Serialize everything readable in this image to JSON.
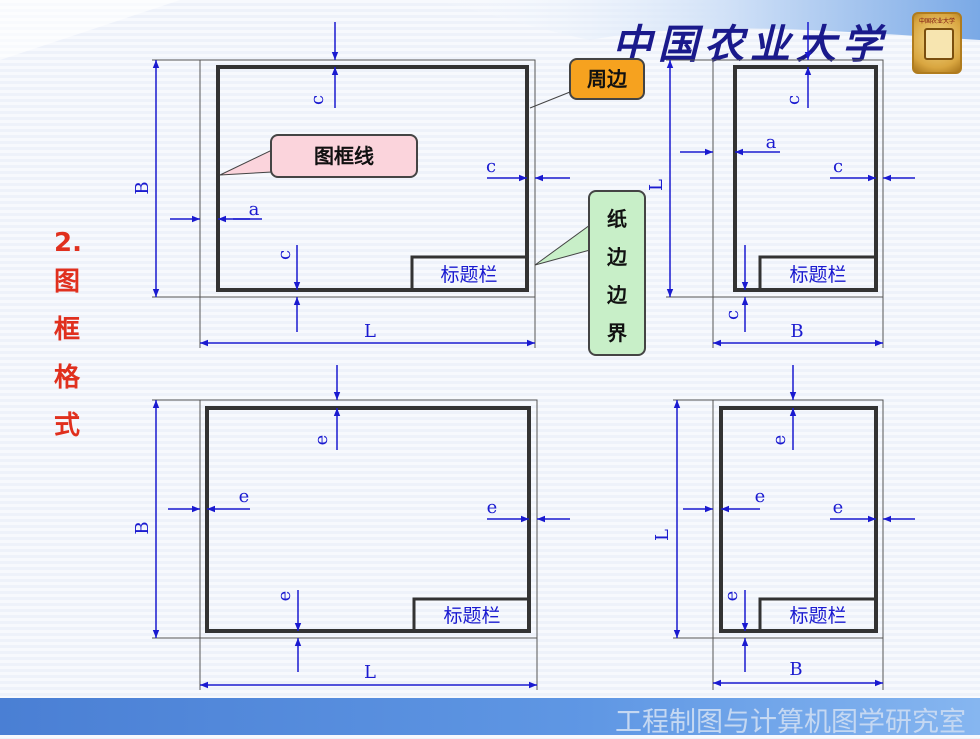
{
  "header": {
    "logo_text": "中国农业大学",
    "emblem_text": "中国农业大学"
  },
  "section": {
    "number": "2.",
    "chars": [
      "图",
      "框",
      "格",
      "式"
    ]
  },
  "callouts": {
    "zhoubian": "周边",
    "tukuangxian": "图框线",
    "zhibianjie": [
      "纸",
      "边",
      "边",
      "界"
    ]
  },
  "labels": {
    "title_block": "标题栏",
    "a": "a",
    "c": "c",
    "e": "e",
    "B": "B",
    "L": "L"
  },
  "footer": {
    "text": "工程制图与计算机图学研究室"
  },
  "colors": {
    "frame": "#333333",
    "dim": "#1a1ad0",
    "thin": "#555555",
    "title": "#e0301e"
  }
}
